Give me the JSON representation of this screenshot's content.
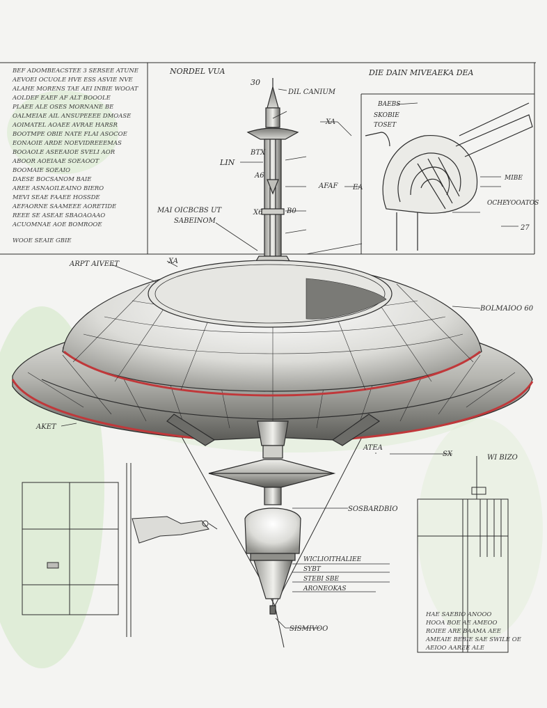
{
  "colors": {
    "paper": "#f4f4f2",
    "ink": "#2b2b2b",
    "accent_red": "#c0383a",
    "wash_green": "#d9ebcf"
  },
  "labels": {
    "top_left_header": "NORDEL VUA",
    "top_right_header": "DIE DAIN MIVEAEKA DEA",
    "top_30": "30",
    "alt_canium": "DIL CANIUM",
    "xa_upper": "XA",
    "lin": "LIN",
    "btx": "BTX",
    "a6": "A6",
    "afaf": "AFAF",
    "ea": "EA",
    "x6": "X6",
    "b0": "B0",
    "mast_callout": "MAI OICBCBS UT",
    "mast_callout_2": "SABEINOM",
    "arpt": "ARPT AIVEET",
    "xa_dome": "XA",
    "right_rim": "BOLMAIOO 60",
    "left_rim": "AKET",
    "bottom_xa": "ATEA",
    "sx": "SX",
    "right_block": "WI BIZO",
    "mid_right_a": "SOSBARDBIO",
    "mid_right_b": "WICLIOITHALIEE",
    "mid_right_c": "SYBT",
    "mid_right_d": "STEBI SBE",
    "mid_right_e": "ARONEOKAS",
    "bottom_label": "SISMIVOO",
    "inset_a": "BAEBS",
    "inset_b": "SKOBIE",
    "inset_c": "TOSET",
    "inset_d": "MIBE",
    "inset_e": "OCHE",
    "inset_f": "YOOATOS",
    "inset_27": "27"
  },
  "notes": {
    "left_block": [
      "BEF  ADOMBEACSTEE  3  SERSEE  ATUNE",
      "AEVOEI  OCUOLE  HVE  ESS  ASVIE  NVE",
      "ALAHE  MORENS  TAE  AEI  INBIE  WOOAT",
      "AOLDEF  EAEF  AF  ALT  BOOOLE",
      "PLAEE  ALE  OSES  MORNANE  BE",
      "OALMEIAE  AIL  ANSUPEEEE  DMOASE",
      "AOIMATEL  AOAEE  AVRAE  HARSR",
      "BOOTMPE  OBIE  NATE  FLAI  ASOCOE",
      "EONAOIE  ARDE  NOEVIDREEEMAS",
      "BOOAOLE  ASEEAIOE  SVELI  AOR",
      "ABOOR  AOEIAAE  SOEAOOT",
      "BOOMAIE  SOEAIO",
      "DAESE  BOCSANOM  BAIE",
      "AREE  ASNAOILEAINO  BIERO",
      "MEVI  SEAE  FAAEE  HOSSDE",
      "AEFAORNE  SAAMEEE  AORETIDE",
      "REEE  SE  ASEAE  SBAOAOAAO",
      "ACUOMNAE  AOE  BOMROOE",
      "WOOE  SEAIE  GBIE"
    ],
    "bottom_right": [
      "HAE  SAEBIO  ANOOO",
      "HOOA  BOE  AE  AMEOO",
      "ROIEE  ARE  BAAMA  AEE",
      "AMEAIE  BEBIE  SAE  SWILE  OE",
      "AEIOO  AAREE  ALE"
    ]
  }
}
